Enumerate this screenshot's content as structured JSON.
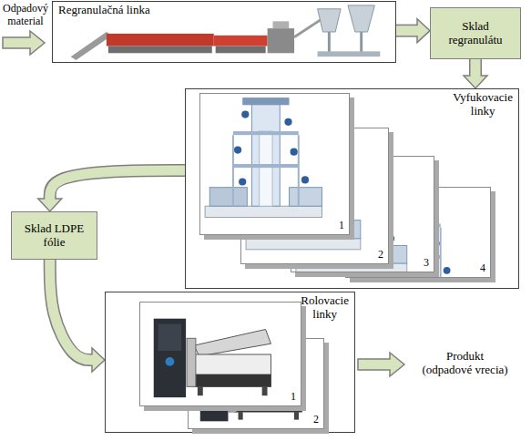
{
  "diagram": {
    "nodes": [
      {
        "text": [
          "Regranulačná linka"
        ]
      },
      {
        "text": [
          "Sklad regranulátu"
        ]
      },
      {
        "text": [
          "Vyfukovacie linky"
        ]
      },
      {
        "text": [
          "1"
        ],
        "in": 2
      },
      {
        "text": [
          "2"
        ],
        "in": 2
      },
      {
        "text": [
          "3"
        ],
        "in": 2
      },
      {
        "text": [
          "4"
        ],
        "in": 2
      },
      {
        "text": [
          "Sklad LDPE fólie"
        ]
      },
      {
        "text": [
          "Rolovacie linky"
        ]
      },
      {
        "text": [
          "1"
        ],
        "in": 8
      },
      {
        "text": [
          "2"
        ],
        "in": 8
      }
    ],
    "edges": [
      {
        "from": 0,
        "to": 1,
        "arrow": "to"
      },
      {
        "from": 1,
        "to": 2,
        "arrow": "to"
      },
      {
        "from": 2,
        "to": 7,
        "arrow": "to"
      },
      {
        "from": 7,
        "to": 8,
        "arrow": "to"
      }
    ],
    "labels": [
      "Odpadový material",
      "Produkt (odpadové vrecia)"
    ]
  }
}
